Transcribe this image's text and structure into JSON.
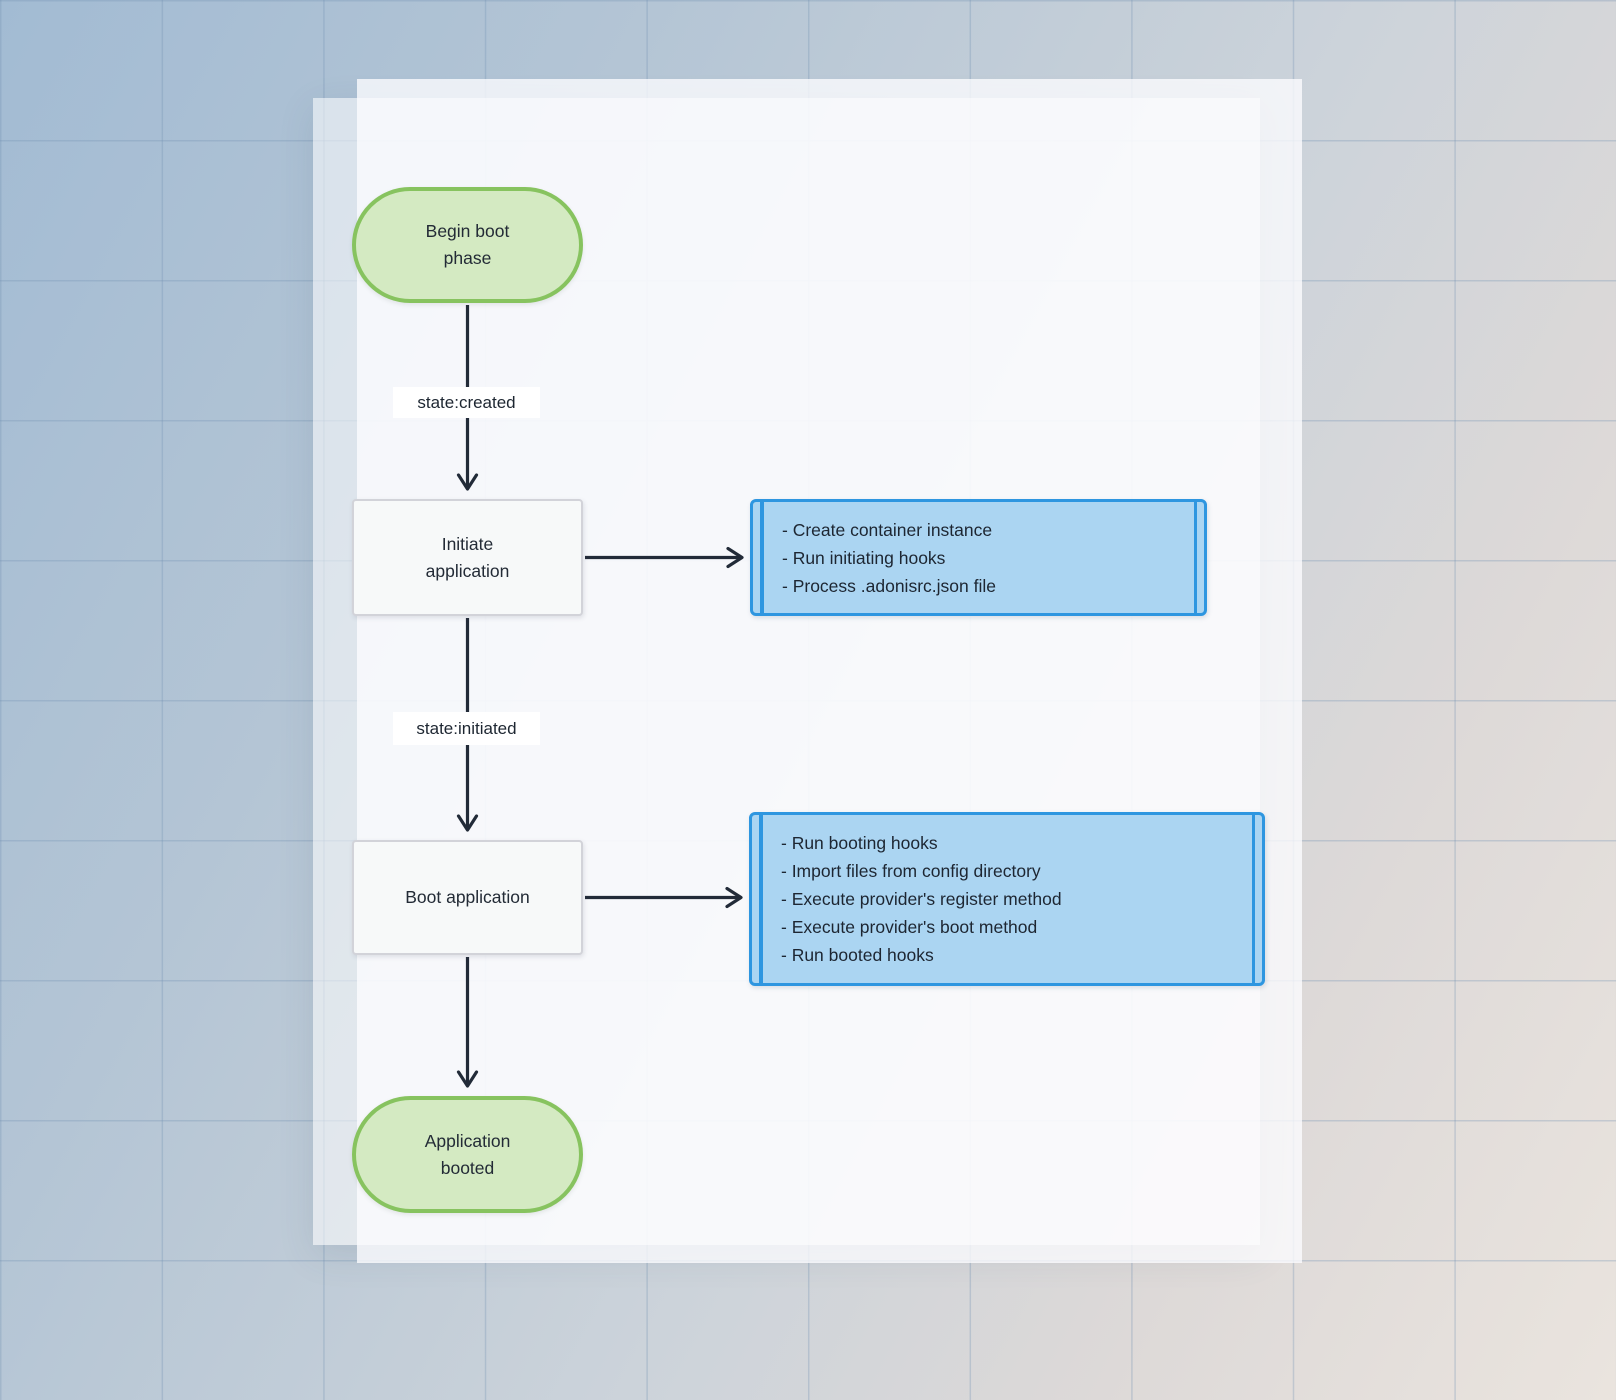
{
  "flowchart": {
    "start_node": {
      "label": "Begin boot\nphase"
    },
    "initiate_node": {
      "label": "Initiate\napplication"
    },
    "boot_node": {
      "label": "Boot application"
    },
    "end_node": {
      "label": "Application\nbooted"
    },
    "edge1_label": "state:created",
    "edge2_label": "state:initiated",
    "initiate_tasks": [
      "- Create container instance",
      "- Run initiating hooks",
      "- Process .adonisrc.json file"
    ],
    "boot_tasks": [
      "- Run booting hooks",
      "- Import files from config directory",
      "- Execute provider's register method",
      "- Execute provider's boot method",
      "- Run booted hooks"
    ]
  },
  "colors": {
    "terminal_fill": "#d4eac2",
    "terminal_border": "#87c35f",
    "process_fill": "#f7f9f9",
    "process_border": "#d2d3d9",
    "subroutine_fill": "#abd5f2",
    "subroutine_border": "#2e96e0",
    "arrow": "#222b38",
    "background_top_left": "#a2bbd3",
    "background_bottom_right": "#eae4de"
  }
}
